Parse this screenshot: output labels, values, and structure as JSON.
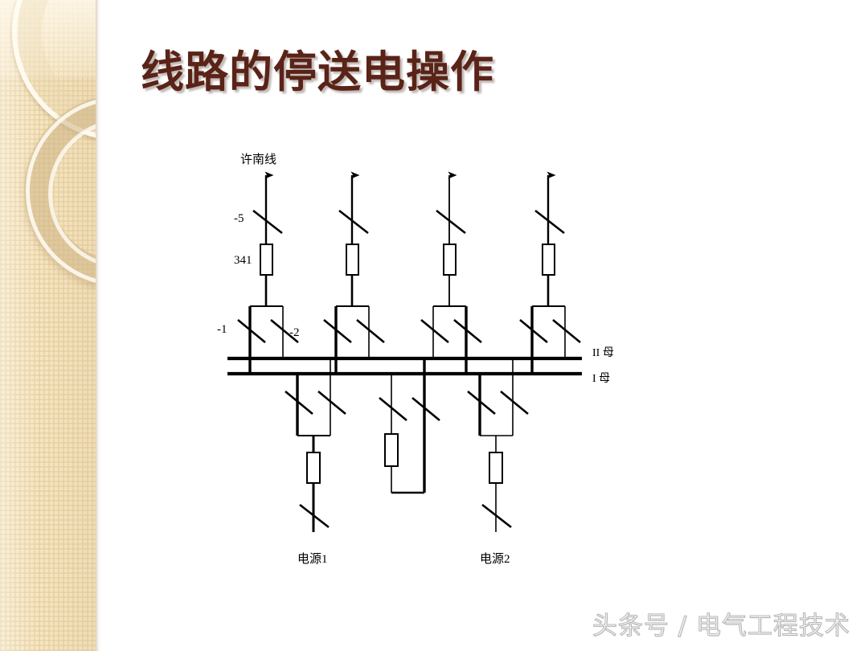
{
  "slide": {
    "title": "线路的停送电操作",
    "title_color": "#5a2318",
    "background_color": "#ffffff",
    "sidebar_color": "#f5e6c3",
    "watermark": "头条号 / 电气工程技术"
  },
  "diagram": {
    "type": "single-line-electrical-diagram",
    "line_color": "#000000",
    "labels": {
      "feeder_line": "许南线",
      "line_disconnector": "-5",
      "breaker": "341",
      "bus1_disconnector": "-1",
      "bus2_disconnector": "-2",
      "bus_ii": "II 母",
      "bus_i": "I 母",
      "source1": "电源1",
      "source2": "电源2"
    },
    "feeders": [
      {
        "name": "许南线",
        "line_switch": "-5",
        "breaker_no": "341",
        "bus1_switch": "-1",
        "bus2_switch": "-2",
        "connected_bus": "I 母"
      },
      {
        "name": "",
        "line_switch": "",
        "breaker_no": "",
        "bus1_switch": "",
        "bus2_switch": "",
        "connected_bus": "I 母"
      },
      {
        "name": "",
        "line_switch": "",
        "breaker_no": "",
        "bus1_switch": "",
        "bus2_switch": "",
        "connected_bus": "I 母"
      },
      {
        "name": "",
        "line_switch": "",
        "breaker_no": "",
        "bus1_switch": "",
        "bus2_switch": "",
        "connected_bus": "I 母"
      }
    ],
    "sources": [
      {
        "name": "电源1"
      },
      {
        "name": "电源2"
      }
    ],
    "bus_tie": {
      "name": ""
    }
  }
}
